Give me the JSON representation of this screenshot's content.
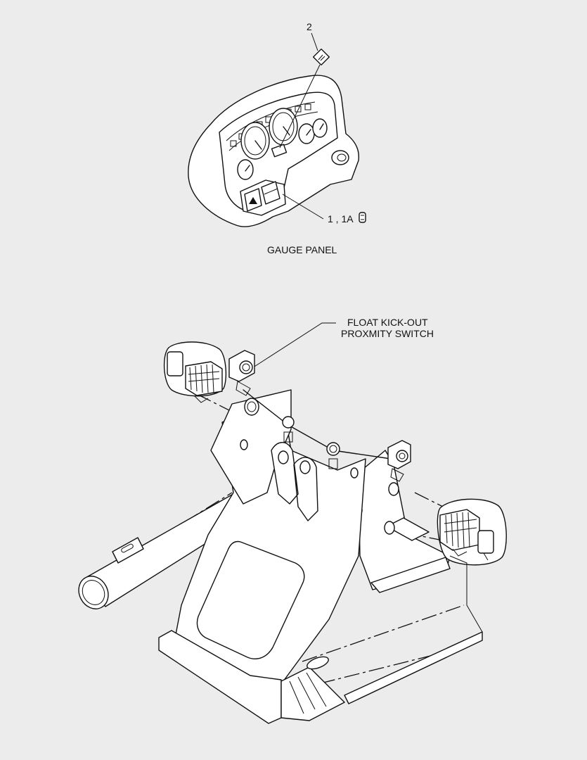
{
  "callouts": {
    "item_2": "2",
    "item_1_1a": "1 , 1A"
  },
  "captions": {
    "gauge_panel": "GAUGE PANEL",
    "float_switch_line1": "FLOAT KICK-OUT",
    "float_switch_line2": "PROXMITY SWITCH"
  },
  "icons": {
    "bulb": "bulb-icon",
    "decal": "decal-icon"
  },
  "colors": {
    "background": "#ececec",
    "ink": "#111111",
    "paper": "#ffffff"
  }
}
